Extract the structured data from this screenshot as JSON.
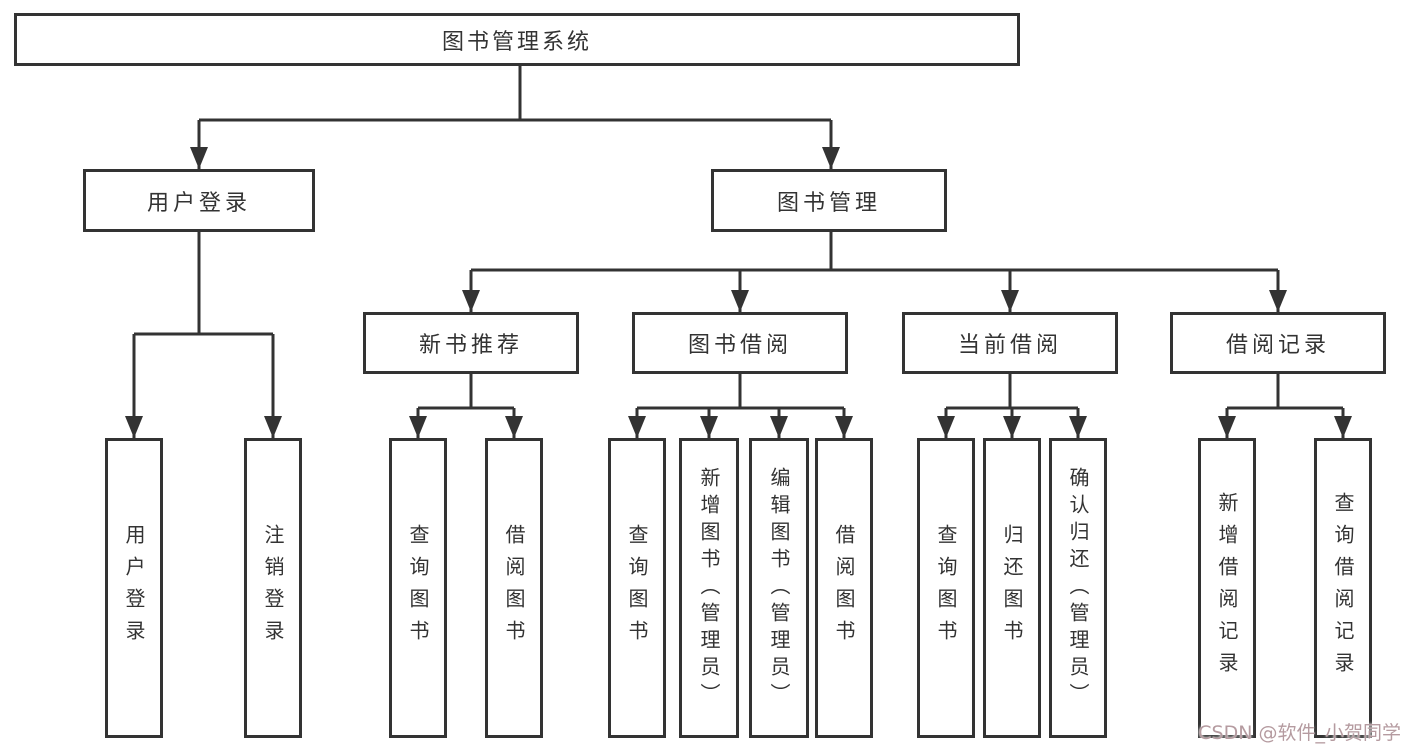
{
  "diagram_title": "图书管理系统",
  "nodes": {
    "root": "图书管理系统",
    "user_login": "用户登录",
    "book_manage": "图书管理",
    "new_book_recommend": "新书推荐",
    "book_borrow": "图书借阅",
    "current_borrow": "当前借阅",
    "borrow_record": "借阅记录"
  },
  "leaves": {
    "user_login": "用户登录",
    "logout": "注销登录",
    "nb_query_book": "查询图书",
    "nb_borrow_book": "借阅图书",
    "bb_query_book": "查询图书",
    "bb_add_book": "新增图书（管理员）",
    "bb_edit_book": "编辑图书（管理员）",
    "bb_borrow_book": "借阅图书",
    "cb_query_book": "查询图书",
    "cb_return_book": "归还图书",
    "cb_confirm_return": "确认归还（管理员）",
    "br_add_record": "新增借阅记录",
    "br_query_record": "查询借阅记录"
  },
  "watermark": "CSDN @软件_小贺同学",
  "colors": {
    "line": "#333333",
    "box_border": "#333333",
    "text": "#333333",
    "watermark": "#b59ba0",
    "background": "#ffffff"
  }
}
